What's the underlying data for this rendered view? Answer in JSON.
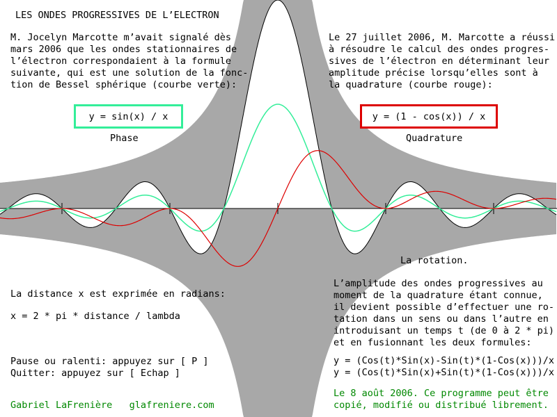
{
  "title": "LES ONDES PROGRESSIVES DE L’ELECTRON",
  "left_intro": [
    "M. Jocelyn Marcotte m’avait signalé dès",
    "mars 2006 que les ondes stationnaires de",
    "l’électron correspondaient à la formule",
    "suivante, qui est une solution de la fonc-",
    "tion de Bessel sphérique (courbe verte):"
  ],
  "right_intro": [
    "Le 27 juillet 2006, M. Marcotte a réussi",
    "à résoudre le calcul des ondes progres-",
    "sives de l’électron en déterminant leur",
    "amplitude précise lorsqu’elles sont à",
    "la quadrature (courbe rouge):"
  ],
  "phase_formula": "y = sin(x) / x",
  "phase_label": "Phase",
  "quad_formula": "y = (1 - cos(x)) / x",
  "quad_label": "Quadrature",
  "rotation_title": "La rotation.",
  "rotation_text": [
    "L’amplitude des ondes progressives au",
    "moment de la quadrature étant connue,",
    "il devient possible d’effectuer une ro-",
    "tation dans un sens ou dans l’autre en",
    "introduisant un temps t (de 0 à 2 * pi)",
    "et en fusionnant les deux formules:"
  ],
  "rotation_formula_1": "y = (Cos(t)*Sin(x)-Sin(t)*(1-Cos(x)))/x",
  "rotation_formula_2": "y = (Cos(t)*Sin(x)+Sin(t)*(1-Cos(x)))/x",
  "distance_line_1": "La distance x est exprimée en radians:",
  "distance_line_2": "x = 2 * pi * distance / lambda",
  "pause_line": "Pause ou ralenti: appuyez sur [ P ]",
  "quit_line": "Quitter: appuyez sur [ Echap ]",
  "credits": "Gabriel LaFrenière   glafreniere.com",
  "license_line_1": "Le 8 août 2006. Ce programme peut être",
  "license_line_2": "copié, modifié ou distribué librement.",
  "colors": {
    "phase_curve": "#33ee99",
    "quadrature_curve": "#dd0000",
    "envelope_fill": "#a8a8a8",
    "text_green": "#008800",
    "phase_box_border": "#33ee99",
    "quad_box_border": "#dd0000"
  }
}
